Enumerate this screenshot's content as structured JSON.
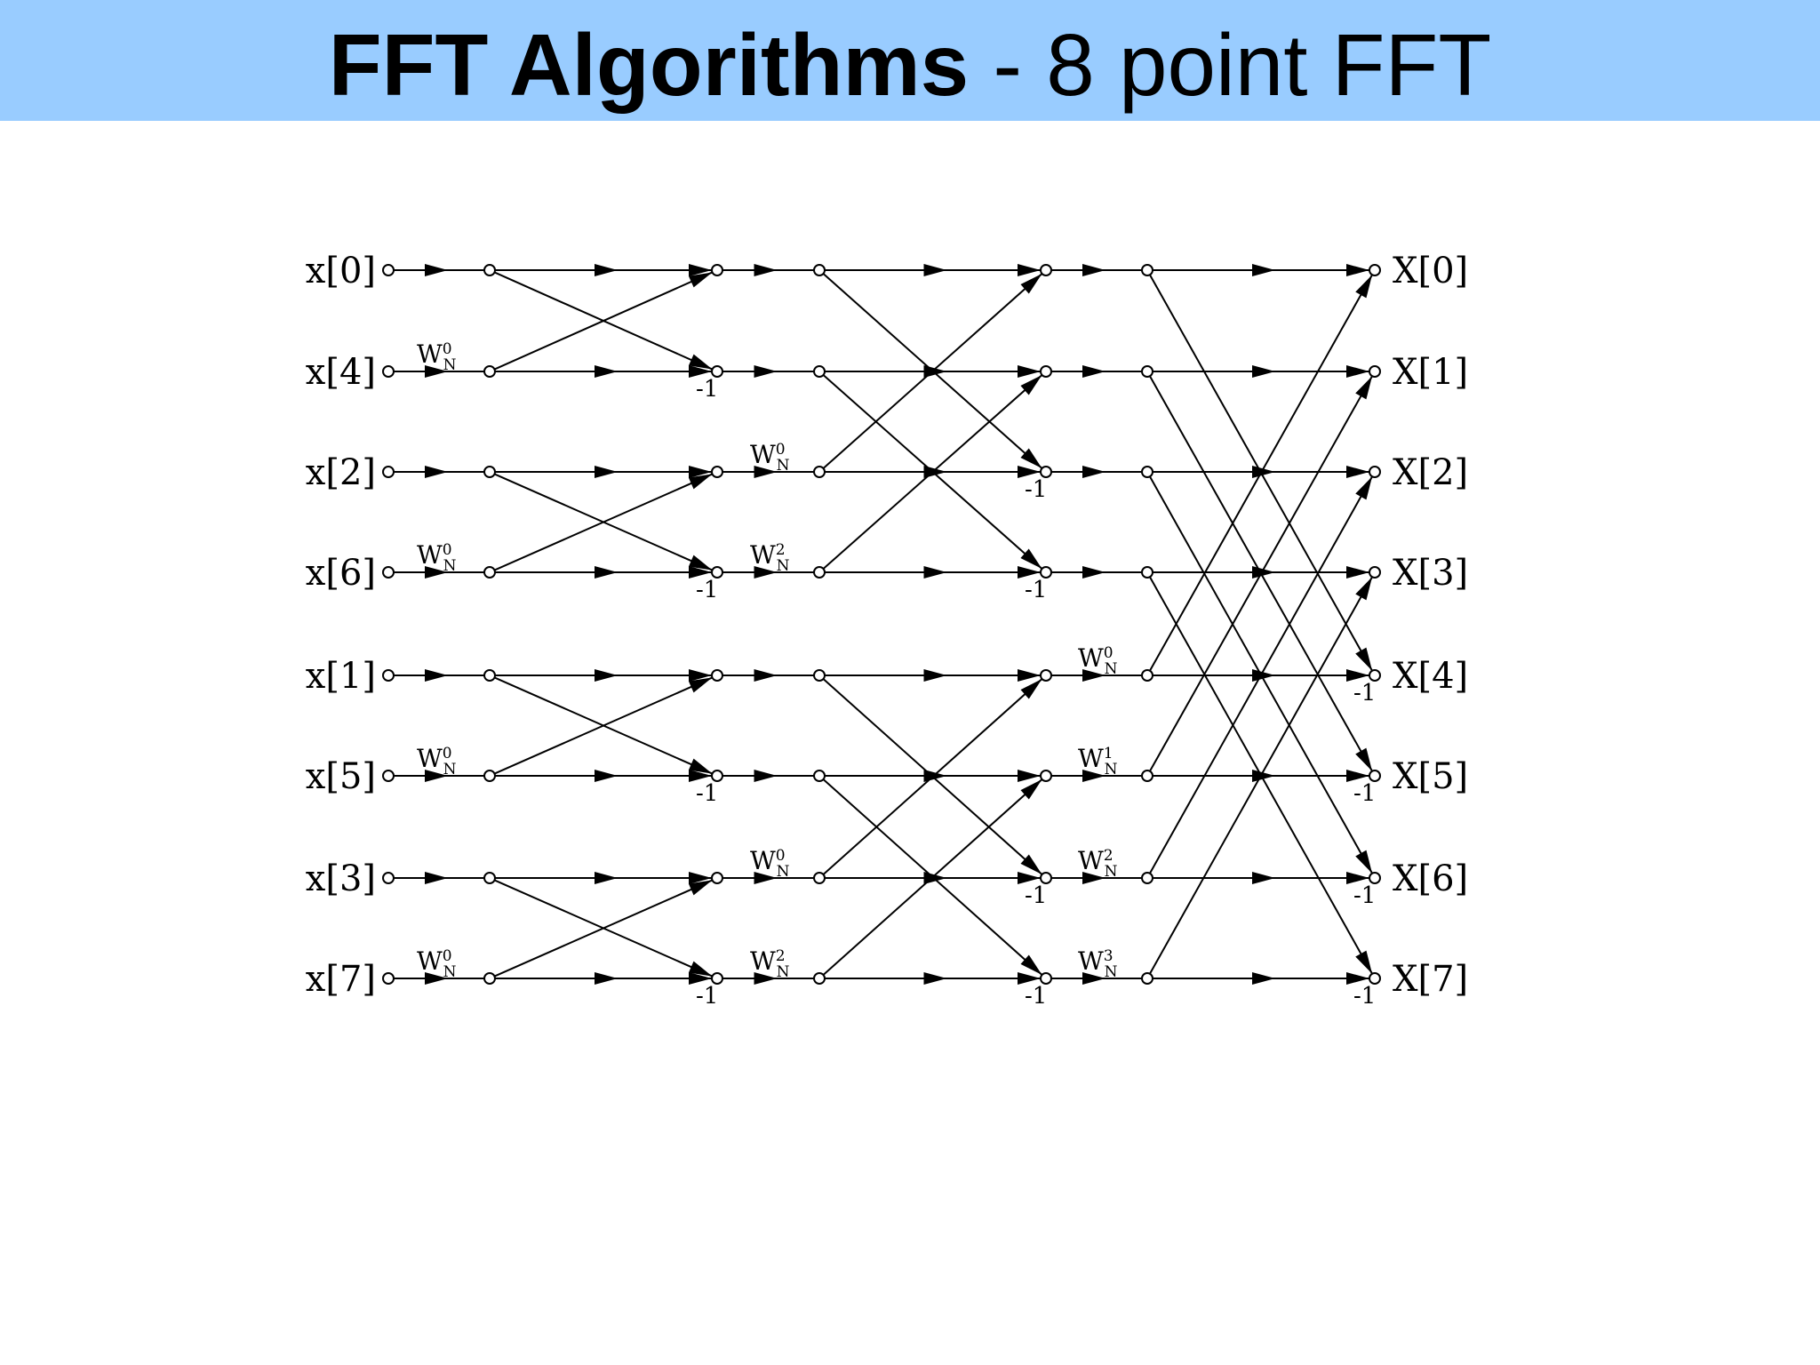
{
  "title": {
    "bold": "FFT Algorithms",
    "rest": " - 8 point FFT"
  },
  "diagram": {
    "inputs": [
      "x[0]",
      "x[4]",
      "x[2]",
      "x[6]",
      "x[1]",
      "x[5]",
      "x[3]",
      "x[7]"
    ],
    "outputs": [
      "X[0]",
      "X[1]",
      "X[2]",
      "X[3]",
      "X[4]",
      "X[5]",
      "X[6]",
      "X[7]"
    ],
    "twiddle_base": "W",
    "twiddle_subscript": "N",
    "minus_one": "-1",
    "stage_twiddles": [
      [
        null,
        "0",
        null,
        "0",
        null,
        "0",
        null,
        "0"
      ],
      [
        null,
        null,
        "0",
        "2",
        null,
        null,
        "0",
        "2"
      ],
      [
        null,
        null,
        null,
        null,
        "0",
        "1",
        "2",
        "3"
      ]
    ],
    "line_color": "#000000"
  }
}
